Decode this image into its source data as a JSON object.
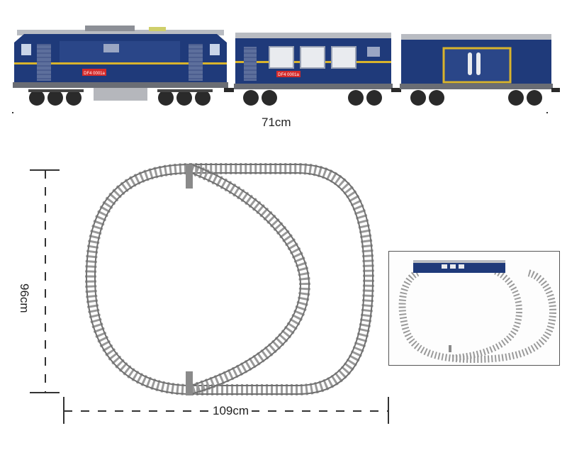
{
  "dimensions": {
    "train_length": "71cm",
    "layout_height": "96cm",
    "layout_width": "109cm"
  },
  "train": {
    "locomotive_plate": "DF4 0001a",
    "car_plate": "DF4 0001a"
  },
  "colors": {
    "body_blue": "#1f3a7a",
    "roof_gray": "#b9bcc2",
    "stripe_yellow": "#d8b32c",
    "track_gray": "#9a9a9a",
    "plate_red": "#d42a2a",
    "wheel_dark": "#2a2a2a"
  },
  "icons": {
    "inset": "inset-photo-icon",
    "switch": "track-switch-icon"
  }
}
